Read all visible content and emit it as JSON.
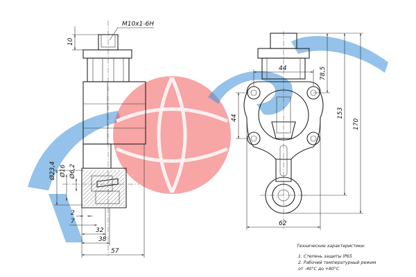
{
  "watermark": {
    "colors": {
      "blue": "#3d8fd9",
      "red": "#ef4b4b"
    }
  },
  "side_view": {
    "thread_label": "M10x1-6H",
    "dim_top": "10",
    "dim_d23_4": "Ø23,4",
    "dim_d16": "Ø16",
    "dim_d6_2": "Ø6,2",
    "dim_2": "2",
    "dim_7": "7",
    "dim_32": "32",
    "dim_38": "38",
    "dim_57": "57"
  },
  "front_view": {
    "dim_44_h": "44",
    "dim_44_v": "44",
    "dim_78_5": "78,5",
    "dim_153": "153",
    "dim_170": "170",
    "dim_62": "62"
  },
  "notes": {
    "title": "Технические характеристики:",
    "line1": "1. Степень защиты IP65",
    "line2": "2. Рабочий температурный режим",
    "line3": "от -40°С до +80°С"
  }
}
